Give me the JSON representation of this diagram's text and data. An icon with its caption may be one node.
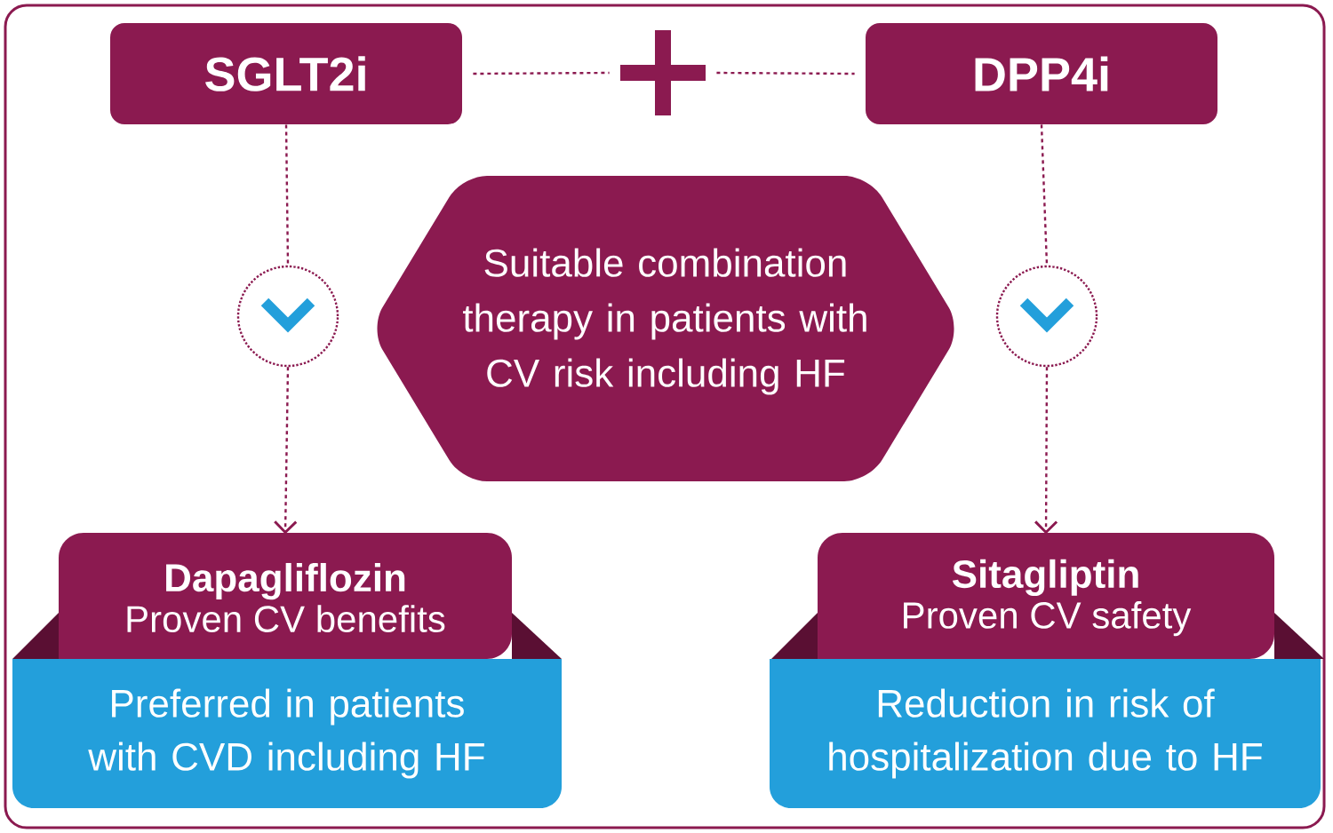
{
  "diagram": {
    "nodes": [
      {
        "text": [
          "SGLT2i"
        ]
      },
      {
        "text": [
          "DPP4i"
        ]
      },
      {
        "text": [],
        "shape": "plus"
      },
      {
        "text": [
          "Suitable combination therapy in patients with CV risk including HF"
        ]
      },
      {
        "text": [],
        "shape": "circle"
      },
      {
        "text": [],
        "shape": "circle"
      },
      {
        "text": [
          "Dapagliflozin",
          "Proven CV benefits"
        ]
      },
      {
        "text": [
          "Preferred in patients with CVD including HF"
        ]
      },
      {
        "text": [
          "Sitagliptin",
          "Proven CV safety"
        ]
      },
      {
        "text": [
          "Reduction in risk of hospitalization due to HF"
        ]
      }
    ],
    "edges": [
      {
        "from": 0,
        "to": 2,
        "arrow": "none",
        "style": "dashed"
      },
      {
        "from": 2,
        "to": 1,
        "arrow": "none",
        "style": "dashed"
      },
      {
        "from": 0,
        "to": 4,
        "arrow": "none",
        "style": "dashed"
      },
      {
        "from": 4,
        "to": 6,
        "arrow": "to",
        "style": "dashed"
      },
      {
        "from": 1,
        "to": 5,
        "arrow": "none",
        "style": "dashed"
      },
      {
        "from": 5,
        "to": 8,
        "arrow": "to",
        "style": "dashed"
      }
    ]
  }
}
